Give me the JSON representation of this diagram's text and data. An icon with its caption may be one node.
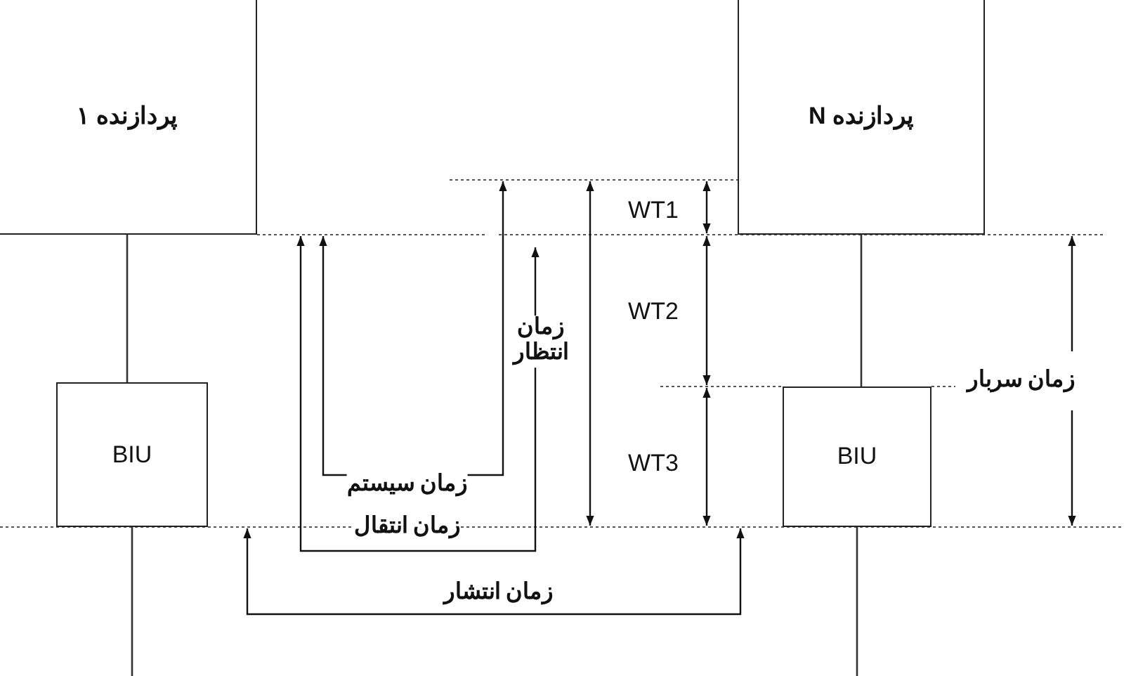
{
  "diagram": {
    "nodes": [
      {
        "text": [
          "پردازنده ۱"
        ]
      },
      {
        "text": [
          "پردازنده N"
        ]
      },
      {
        "text": [
          "BIU"
        ]
      },
      {
        "text": [
          "BIU"
        ]
      }
    ],
    "edges": [
      {
        "from": 0,
        "to": 2,
        "arrow": "none"
      },
      {
        "from": 1,
        "to": 3,
        "arrow": "none"
      },
      {
        "from": 2,
        "to": null,
        "arrow": "none"
      },
      {
        "from": 3,
        "to": null,
        "arrow": "none"
      }
    ],
    "labels": [
      "WT1",
      "WT2",
      "زمان انتظار",
      "زمان سربار",
      "WT3",
      "زمان سیستم",
      "زمان انتقال",
      "زمان انتشار"
    ]
  }
}
